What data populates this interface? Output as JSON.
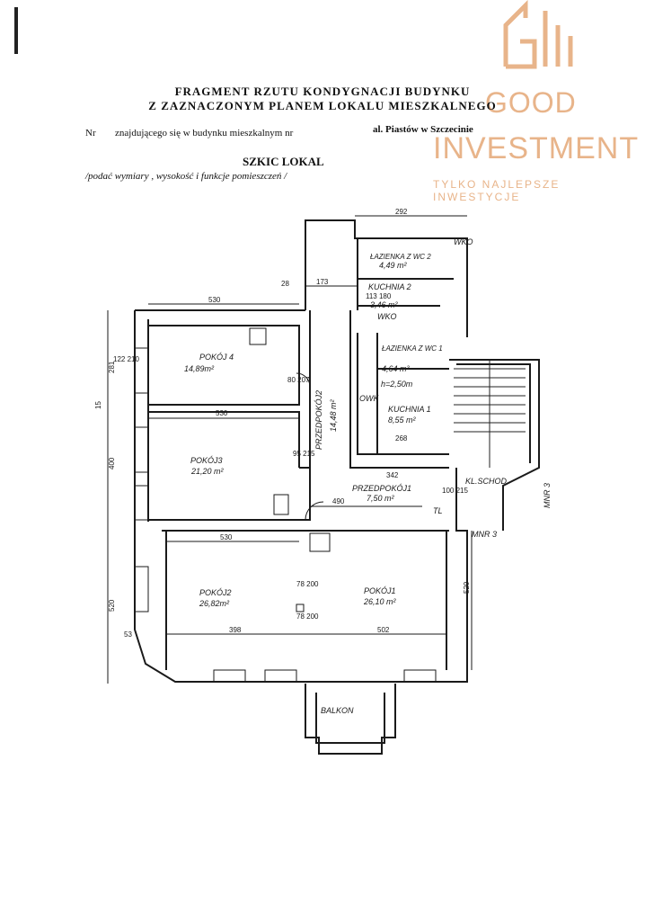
{
  "header": {
    "title_line1": "FRAGMENT  RZUTU  KONDYGNACJI  BUDYNKU",
    "title_line2": "Z  ZAZNACZONYM  PLANEM  LOKALU  MIESZKALNEGO",
    "nr_label": "Nr",
    "located_text": "znajdującego się w budynku mieszkalnym nr",
    "address": "al. Piastów  w Szczecinie",
    "sketch_title": "SZKIC LOKAL",
    "sketch_note": "/podać wymiary , wysokość i funkcje pomieszczeń /"
  },
  "logo": {
    "line1": "GOOD",
    "line2": "INVESTMENT",
    "tagline": "TYLKO NAJLEPSZE INWESTYCJE",
    "color": "#e8b48a"
  },
  "rooms": {
    "pokoj4": "POKÓJ 4",
    "pokoj4_area": "14,89m²",
    "pokoj3": "POKÓJ3",
    "pokoj3_area": "21,20 m²",
    "pokoj2": "POKÓJ2",
    "pokoj2_area": "26,82m²",
    "pokoj1": "POKÓJ1",
    "pokoj1_area": "26,10 m²",
    "przedpokoj2": "PRZEDPOKÓJ2",
    "przedpokoj2_area": "14,48 m²",
    "przedpokoj1": "PRZEDPOKÓJ1",
    "przedpokoj1_area": "7,50 m²",
    "lazienka2": "ŁAZIENKA Z WC 2",
    "lazienka2_area": "4,49 m²",
    "kuchnia2": "KUCHNIA 2",
    "kuchnia2_area": "3,46 m²",
    "lazienka1": "ŁAZIENKA Z WC 1",
    "lazienka1_area": "4,64 m²",
    "kuchnia1": "KUCHNIA 1",
    "kuchnia1_area": "8,55 m²",
    "height_note": "h=2,50m",
    "balkon": "BALKON",
    "owk": "OWK",
    "wko1": "WKO",
    "wko2": "WKO",
    "kl_schod": "KL.SCHOD",
    "mnr3a": "MNR 3",
    "mnr3b": "MNR 3",
    "tl": "TL"
  },
  "dimensions": {
    "d530a": "530",
    "d530b": "530",
    "d530c": "530",
    "d292": "292",
    "d173": "173",
    "d490": "490",
    "d268": "268",
    "d398": "398",
    "d502": "502",
    "d520a": "520",
    "d520b": "520",
    "d400": "400",
    "d281": "281",
    "d78_200a": "78\n200",
    "d78_200b": "78\n200",
    "d80_207": "80\n207",
    "d95_215": "95\n215",
    "d100_215": "100\n215",
    "d122_210": "122\n210",
    "d113_180": "113  180",
    "d342": "342",
    "d15": "15",
    "d28": "28",
    "d53": "53"
  }
}
